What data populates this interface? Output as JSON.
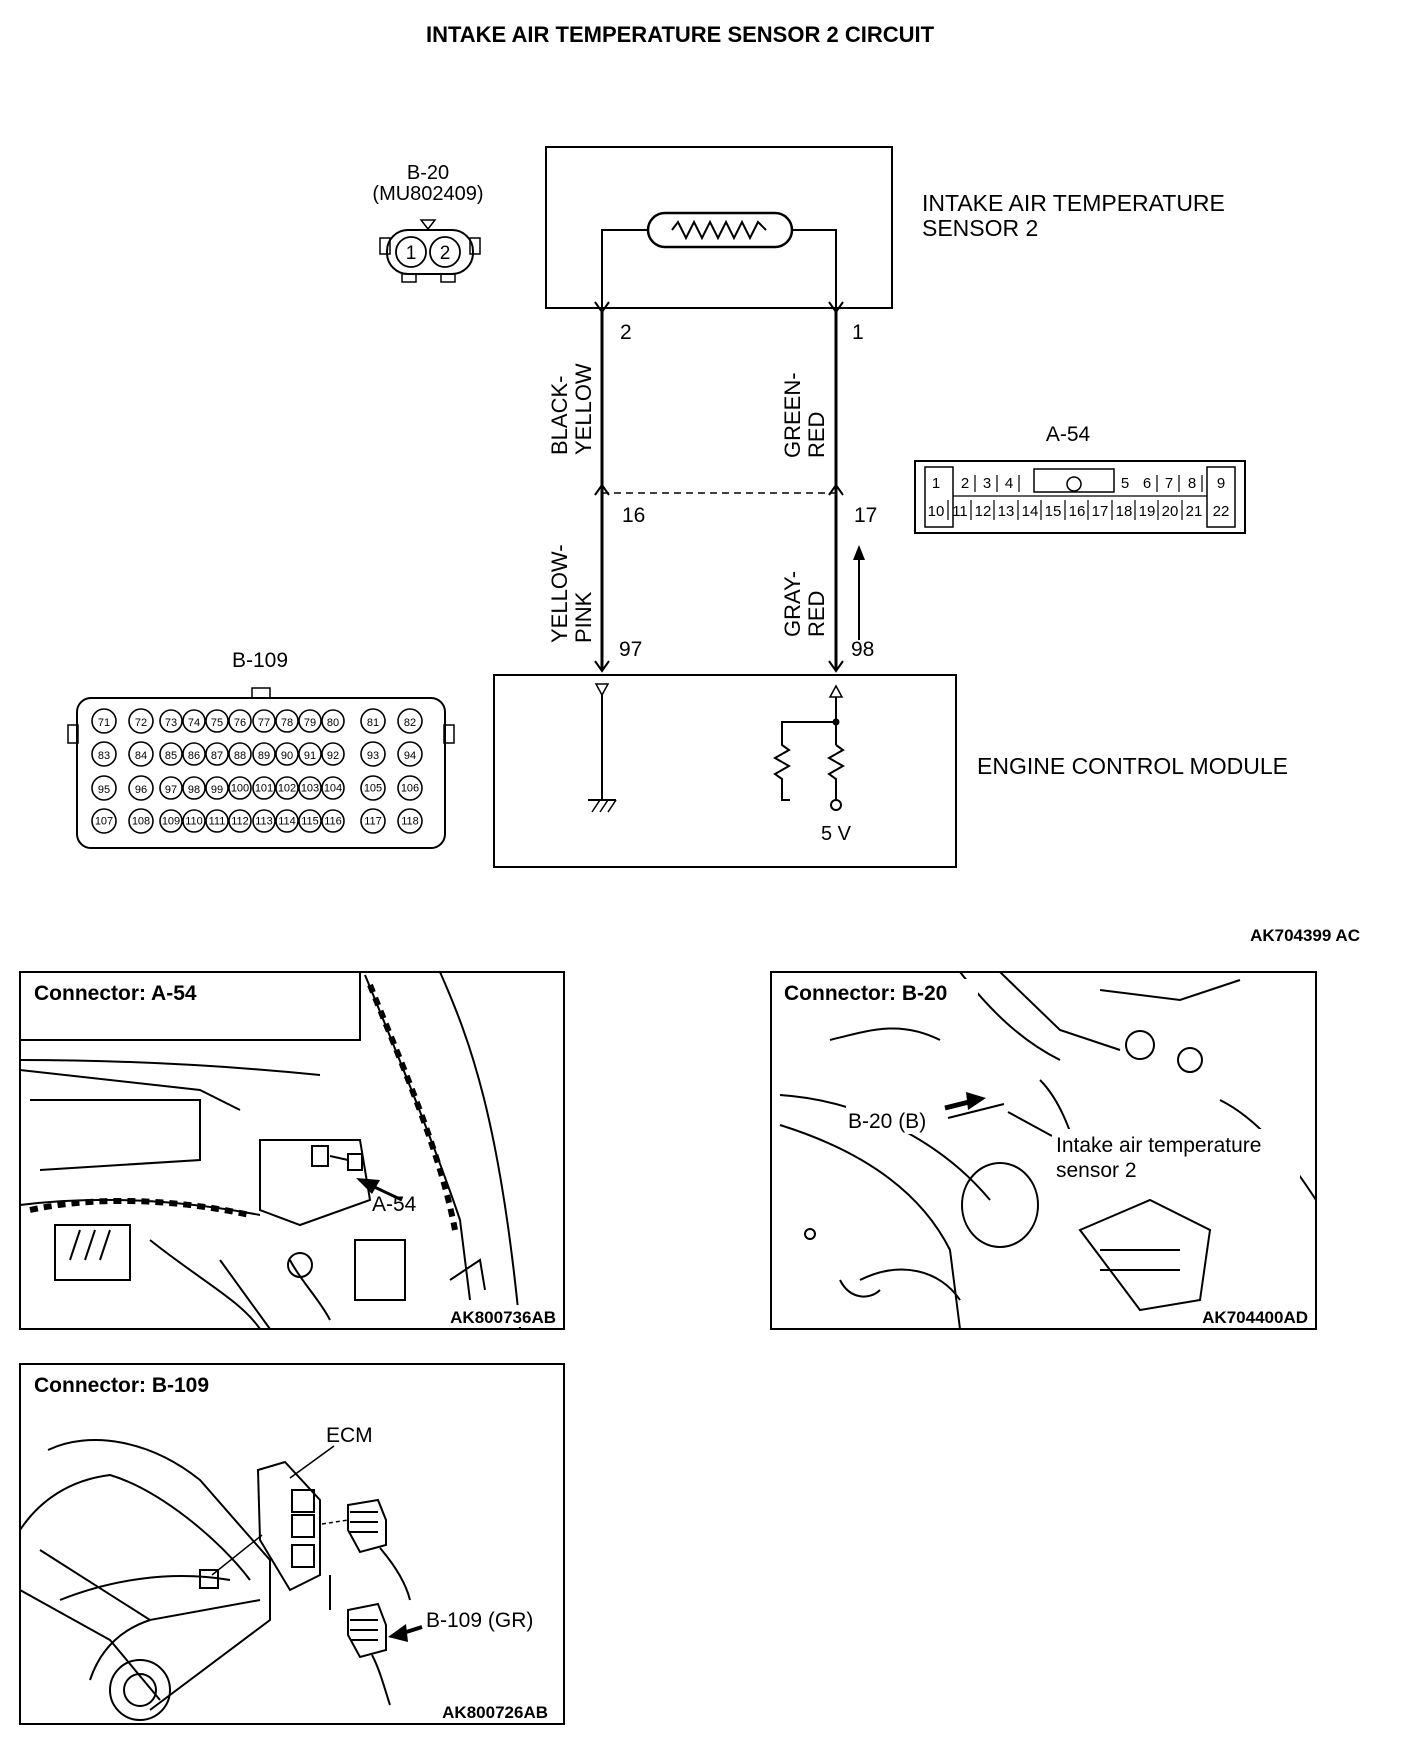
{
  "title": "INTAKE AIR TEMPERATURE SENSOR 2 CIRCUIT",
  "sensor": {
    "label_line1": "INTAKE AIR TEMPERATURE",
    "label_line2": "SENSOR 2",
    "pin_left": "2",
    "pin_right": "1"
  },
  "connector_b20": {
    "id": "B-20",
    "part": "(MU802409)",
    "pins": [
      "1",
      "2"
    ]
  },
  "connector_a54": {
    "id": "A-54",
    "row1": [
      "1",
      "2",
      "3",
      "4",
      "5",
      "6",
      "7",
      "8",
      "9"
    ],
    "row2": [
      "10",
      "11",
      "12",
      "13",
      "14",
      "15",
      "16",
      "17",
      "18",
      "19",
      "20",
      "21",
      "22"
    ]
  },
  "connector_b109": {
    "id": "B-109",
    "rows": [
      [
        "71",
        "72",
        "73",
        "74",
        "75",
        "76",
        "77",
        "78",
        "79",
        "80",
        "81",
        "82"
      ],
      [
        "83",
        "84",
        "85",
        "86",
        "87",
        "88",
        "89",
        "90",
        "91",
        "92",
        "93",
        "94"
      ],
      [
        "95",
        "96",
        "97",
        "98",
        "99",
        "100",
        "101",
        "102",
        "103",
        "104",
        "105",
        "106"
      ],
      [
        "107",
        "108",
        "109",
        "110",
        "111",
        "112",
        "113",
        "114",
        "115",
        "116",
        "117",
        "118"
      ]
    ]
  },
  "wires": {
    "left_upper_line1": "BLACK-",
    "left_upper_line2": "YELLOW",
    "right_upper_line1": "GREEN-",
    "right_upper_line2": "RED",
    "left_lower_line1": "YELLOW-",
    "left_lower_line2": "PINK",
    "right_lower_line1": "GRAY-",
    "right_lower_line2": "RED",
    "pin_16": "16",
    "pin_17": "17",
    "pin_97": "97",
    "pin_98": "98"
  },
  "ecm": {
    "label": "ENGINE CONTROL MODULE",
    "voltage": "5 V"
  },
  "diagram_code": "AK704399 AC",
  "panels": {
    "a54": {
      "title": "Connector: A-54",
      "callout": "A-54",
      "code": "AK800736AB"
    },
    "b20": {
      "title": "Connector: B-20",
      "callout": "B-20 (B)",
      "callout2_line1": "Intake air temperature",
      "callout2_line2": "sensor 2",
      "code": "AK704400AD"
    },
    "b109": {
      "title": "Connector: B-109",
      "callout_ecm": "ECM",
      "callout": "B-109 (GR)",
      "code": "AK800726AB"
    }
  }
}
